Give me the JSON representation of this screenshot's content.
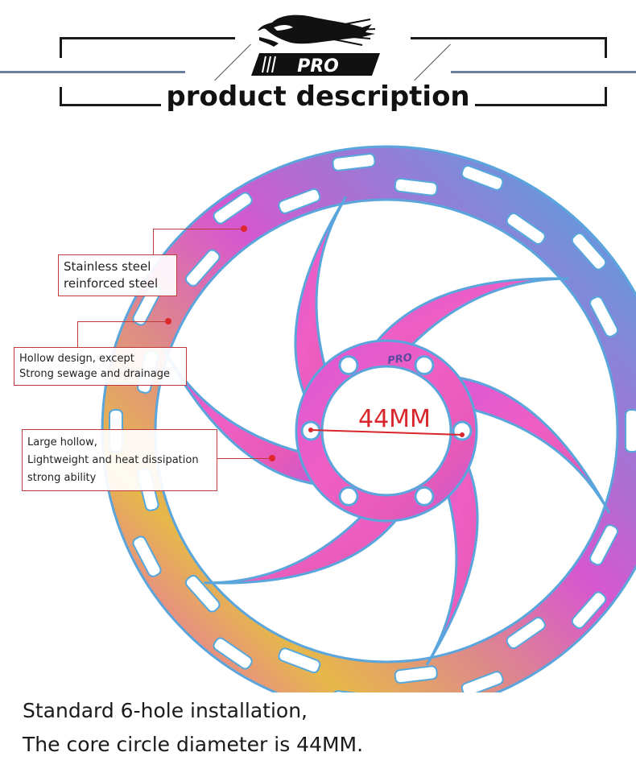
{
  "header": {
    "logo_text": "PRO",
    "title": "product description"
  },
  "callouts": [
    {
      "lines": [
        "Stainless steel",
        "reinforced steel"
      ]
    },
    {
      "lines": [
        "Hollow design, except",
        "Strong sewage and drainage"
      ]
    },
    {
      "lines": [
        "Large hollow,",
        "Lightweight and heat dissipation",
        "strong ability"
      ]
    }
  ],
  "measurement": {
    "label": "44MM"
  },
  "rotor_marking": {
    "text": "PRO"
  },
  "footer": {
    "line1": "Standard 6-hole installation,",
    "line2": "The core circle diameter is 44MM."
  },
  "colors": {
    "accent_red": "#d8262c",
    "frame_blue": "#6b7f9a",
    "rotor_pink": "#e64fc8",
    "rotor_blue": "#4aa8e0",
    "rotor_gold": "#e6b84a"
  }
}
